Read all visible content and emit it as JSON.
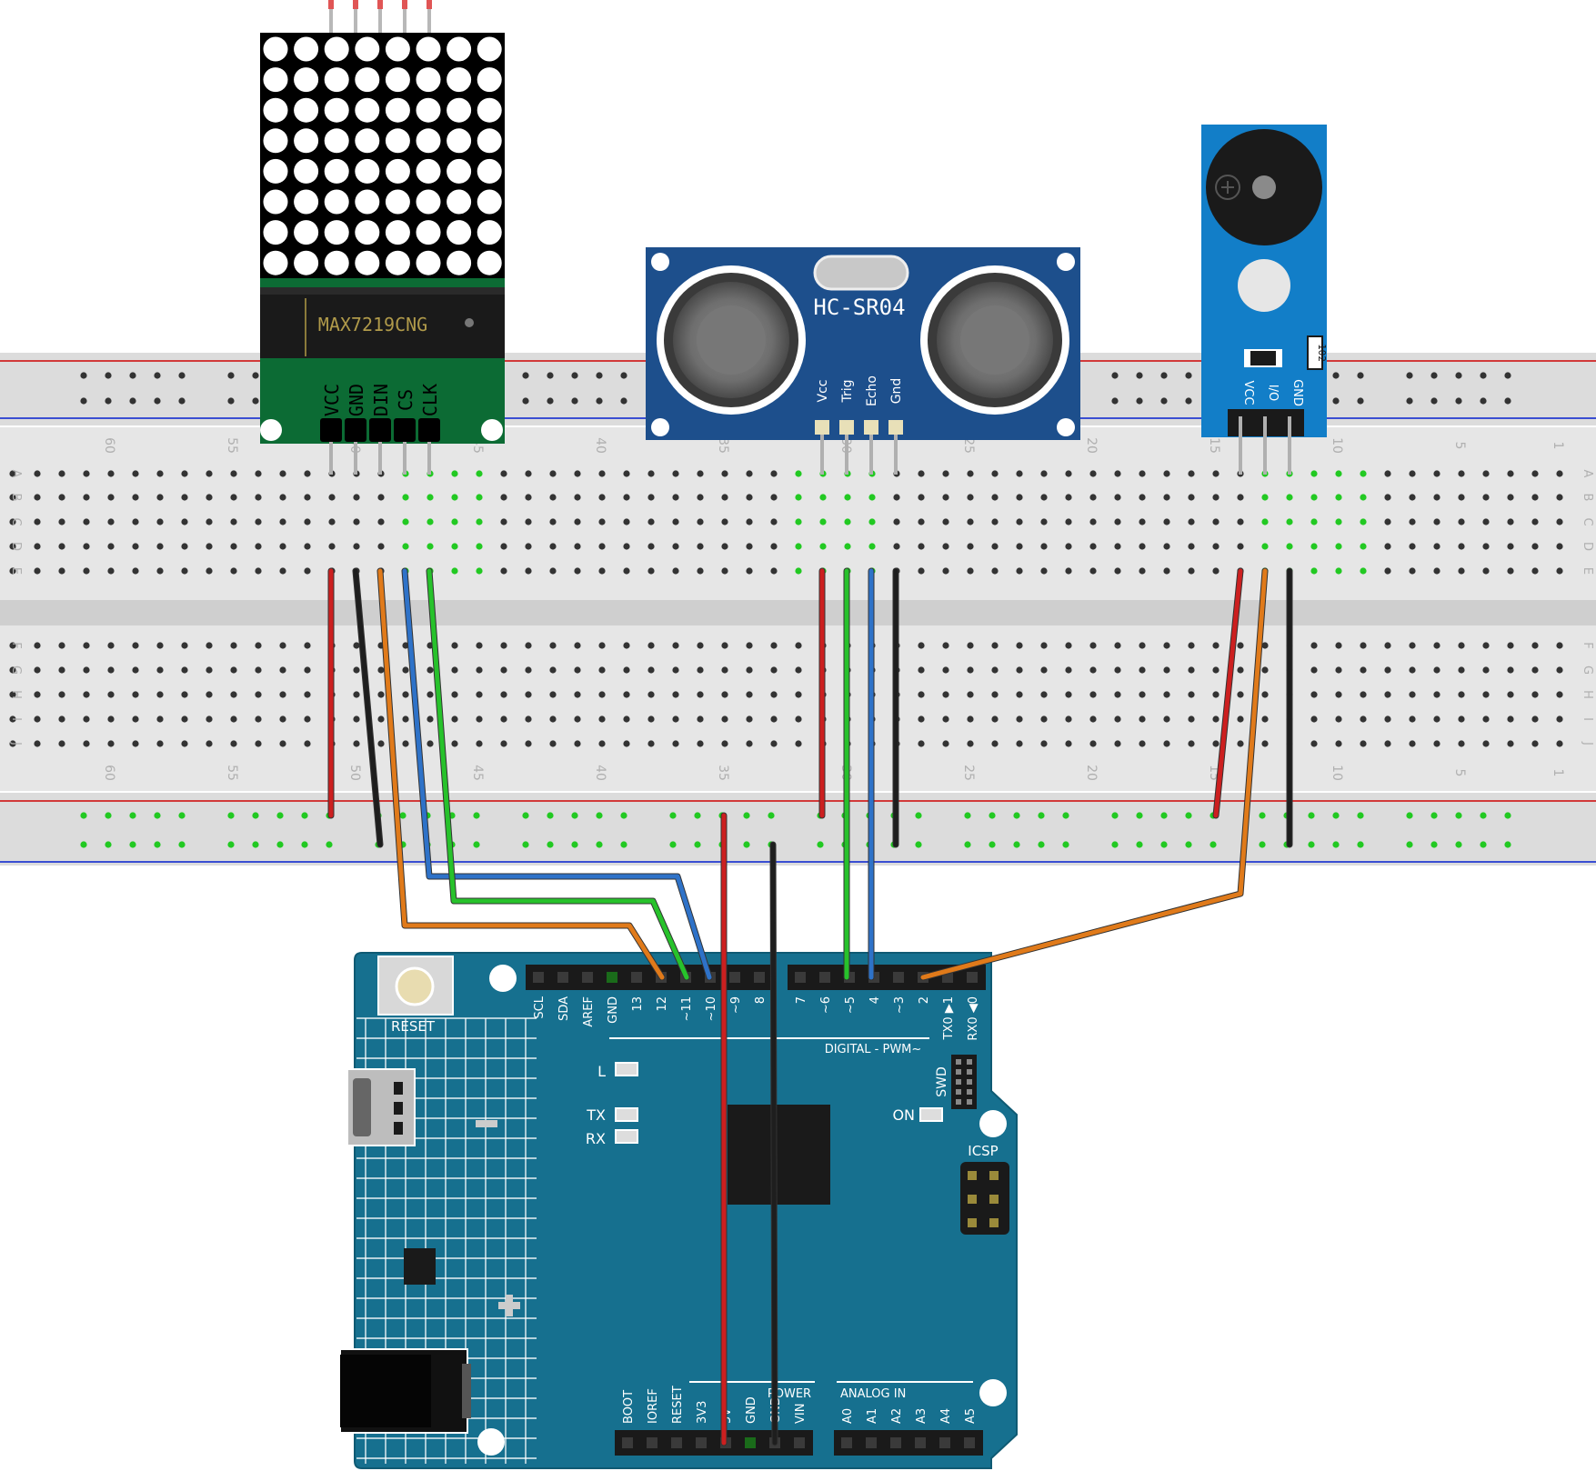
{
  "breadboard": {
    "row_letters": [
      "A",
      "B",
      "C",
      "D",
      "E",
      "F",
      "G",
      "H",
      "I",
      "J"
    ],
    "column_numbers": [
      "60",
      "55",
      "50",
      "45",
      "40",
      "35",
      "30",
      "25",
      "20",
      "15",
      "10",
      "5",
      "1"
    ]
  },
  "led_matrix": {
    "chip_label": "MAX7219CNG",
    "pins": [
      "VCC",
      "GND",
      "DIN",
      "CS",
      "CLK"
    ]
  },
  "ultrasonic": {
    "title": "HC-SR04",
    "pins": [
      "Vcc",
      "Trig",
      "Echo",
      "Gnd"
    ]
  },
  "buzzer": {
    "resistor": "102",
    "pins": [
      "VCC",
      "I/O",
      "GND"
    ]
  },
  "arduino": {
    "reset_label": "RESET",
    "top_header_left": [
      "SCL",
      "SDA",
      "AREF",
      "GND",
      "13",
      "12",
      "~11",
      "~10",
      "~9",
      "8"
    ],
    "top_header_right": [
      "7",
      "~6",
      "~5",
      "4",
      "~3",
      "2",
      "TX0 ▶1",
      "RX0 ◀0"
    ],
    "digital_label": "DIGITAL - PWM~",
    "swd_label": "SWD",
    "led_l": "L",
    "led_tx": "TX",
    "led_rx": "RX",
    "led_on": "ON",
    "icsp_label": "ICSP",
    "power_label": "POWER",
    "power_pins": [
      "BOOT",
      "IOREF",
      "RESET",
      "3V3",
      "5V",
      "GND",
      "GND",
      "VIN"
    ],
    "analog_label": "ANALOG IN",
    "analog_pins": [
      "A0",
      "A1",
      "A2",
      "A3",
      "A4",
      "A5"
    ]
  },
  "colors": {
    "wire_red": "#cc1f1f",
    "wire_black": "#1e1e1e",
    "wire_orange": "#e07a1a",
    "wire_blue": "#2e72c8",
    "wire_green": "#27c22b",
    "arduino_pcb": "#16708f",
    "sensor_pcb": "#1d4f8c",
    "buzzer_pcb": "#127ec8",
    "matrix_pcb": "#0c6b34"
  }
}
